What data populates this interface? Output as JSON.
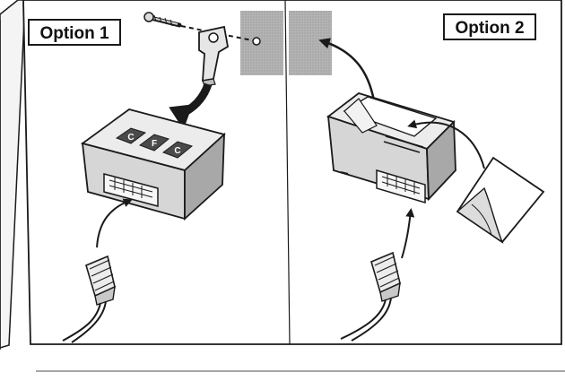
{
  "panels": [
    {
      "label": "Option 1"
    },
    {
      "label": "Option 2"
    }
  ],
  "device": {
    "logo_letters": [
      "C",
      "F",
      "C"
    ]
  },
  "colors": {
    "ink": "#1a1a1a",
    "wall": "#a9a9a9",
    "device_body": "#d8d8d8",
    "device_dark": "#9a9a9a",
    "background": "#ffffff"
  }
}
